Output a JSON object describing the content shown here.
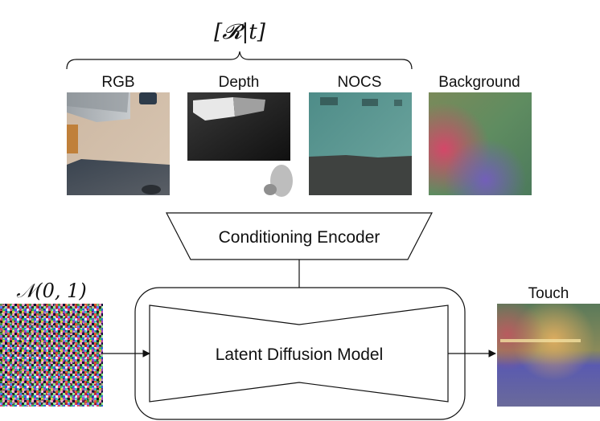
{
  "pose_label": "[𝓡|t]",
  "inputs": [
    {
      "label": "RGB"
    },
    {
      "label": "Depth"
    },
    {
      "label": "NOCS"
    },
    {
      "label": "Background"
    }
  ],
  "encoder_label": "Conditioning Encoder",
  "model_label": "Latent Diffusion Model",
  "noise_label": "𝒩(0, 1)",
  "output_label": "Touch"
}
